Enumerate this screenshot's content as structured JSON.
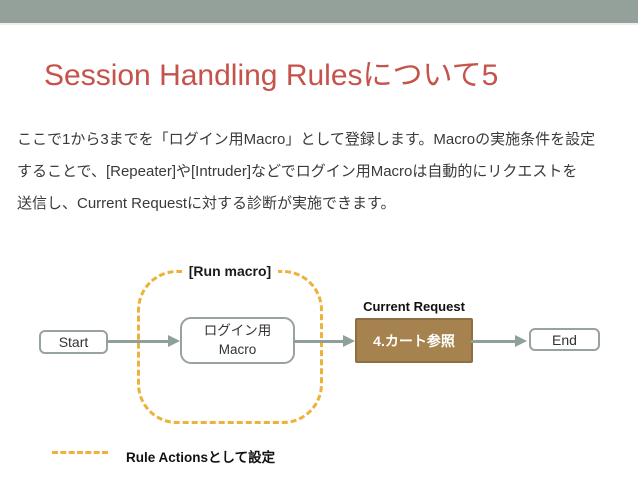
{
  "slide": {
    "title": "Session Handling Rulesについて5",
    "body_lines": [
      "ここで1から3までを「ログイン用Macro」として登録します。Macroの実施条件を設定",
      "することで、[Repeater]や[Intruder]などでログイン用Macroは自動的にリクエストを",
      "送信し、Current Requestに対する診断が実施できます。"
    ]
  },
  "diagram": {
    "run_macro_label": "[Run macro]",
    "current_request_label": "Current Request",
    "start_node": "Start",
    "macro_node": {
      "line1": "ログイン用",
      "line2": "Macro"
    },
    "request_node": "4.カート参照",
    "end_node": "End",
    "legend_label": "Rule Actionsとして設定"
  },
  "colors": {
    "topbar": "#94A19A",
    "title": "#C5534B",
    "body_text": "#3A3A3A",
    "dash_orange": "#EDB23C",
    "arrow": "#8FA098",
    "node_border": "#98A39D",
    "request_fill": "#A6824F",
    "request_border": "#8D6F42",
    "request_text": "#FFFFFF"
  }
}
